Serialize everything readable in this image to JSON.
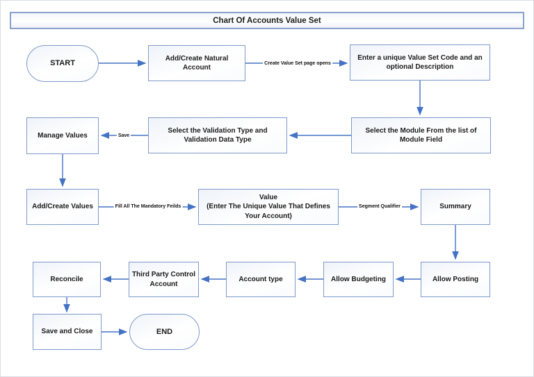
{
  "title": "Chart Of Accounts Value Set",
  "colors": {
    "node_border": "#7f9ac8",
    "arrow": "#4472c4",
    "text": "#1a1a1a"
  },
  "nodes": {
    "start": {
      "label": "START",
      "shape": "terminator"
    },
    "natural_account": {
      "label": "Add/Create Natural Account",
      "shape": "process"
    },
    "enter_code": {
      "label": "Enter a unique Value Set Code and an optional Description",
      "shape": "process"
    },
    "select_module": {
      "label": "Select the Module From the list of Module Field",
      "shape": "process"
    },
    "select_validation": {
      "label": "Select the Validation Type and Validation Data Type",
      "shape": "process"
    },
    "manage_values": {
      "label": "Manage Values",
      "shape": "process"
    },
    "add_create_values": {
      "label": "Add/Create Values",
      "shape": "process"
    },
    "value": {
      "label": "Value\n(Enter The Unique Value That Defines Your Account)",
      "shape": "process"
    },
    "summary": {
      "label": "Summary",
      "shape": "process"
    },
    "allow_posting": {
      "label": "Allow Posting",
      "shape": "process"
    },
    "allow_budgeting": {
      "label": "Allow Budgeting",
      "shape": "process"
    },
    "account_type": {
      "label": "Account type",
      "shape": "process"
    },
    "third_party": {
      "label": "Third Party Control Account",
      "shape": "process"
    },
    "reconcile": {
      "label": "Reconcile",
      "shape": "process"
    },
    "save_close": {
      "label": "Save and Close",
      "shape": "process"
    },
    "end": {
      "label": "END",
      "shape": "terminator"
    }
  },
  "edge_labels": {
    "create_value_set_page_opens": "Create Value Set page opens",
    "save": "Save",
    "fill_all_mandatory_fields": "Fill All The Mandatory Feilds",
    "segment_qualifier": "Segment Qualifier"
  },
  "flow_order": [
    "START",
    "Add/Create Natural Account",
    "Enter a unique Value Set Code and an optional Description",
    "Select the Module From the list of Module Field",
    "Select the Validation Type and Validation Data Type",
    "Manage Values",
    "Add/Create Values",
    "Value (Enter The Unique Value That Defines Your Account)",
    "Summary",
    "Allow Posting",
    "Allow Budgeting",
    "Account type",
    "Third Party Control Account",
    "Reconcile",
    "Save and Close",
    "END"
  ]
}
